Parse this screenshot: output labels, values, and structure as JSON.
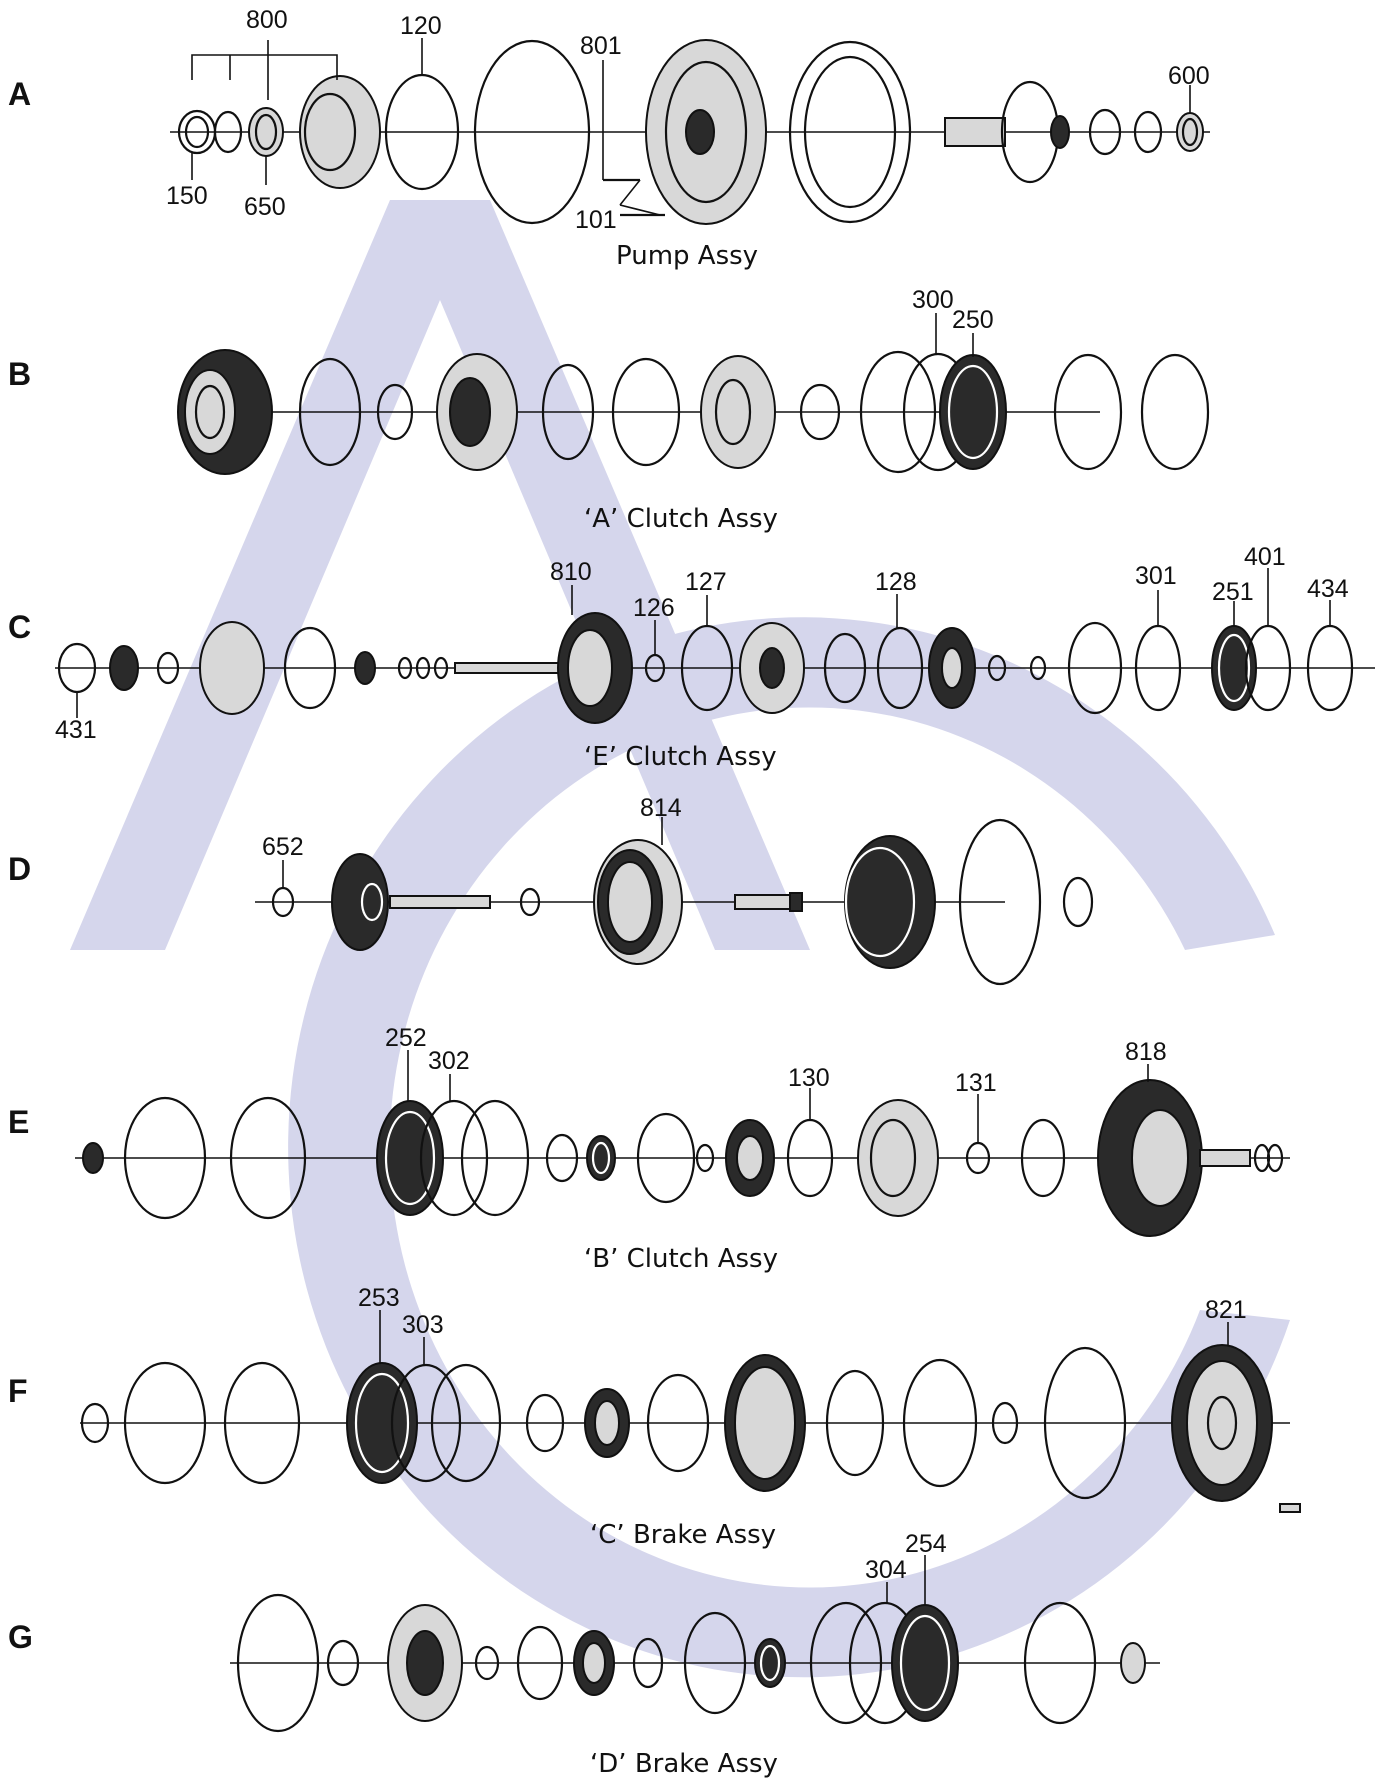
{
  "watermark": {
    "letters": "AC",
    "color": "#d5d6ec"
  },
  "rows": [
    {
      "letter": "A",
      "caption": "Pump Assy",
      "callouts": [
        "800",
        "120",
        "801",
        "600",
        "150",
        "650",
        "101"
      ]
    },
    {
      "letter": "B",
      "caption": "‘A’ Clutch Assy",
      "callouts": [
        "300",
        "250"
      ]
    },
    {
      "letter": "C",
      "caption": "‘E’ Clutch Assy",
      "callouts": [
        "810",
        "126",
        "127",
        "128",
        "301",
        "401",
        "251",
        "434",
        "431"
      ]
    },
    {
      "letter": "D",
      "caption": "",
      "callouts": [
        "814",
        "652"
      ]
    },
    {
      "letter": "E",
      "caption": "‘B’ Clutch Assy",
      "callouts": [
        "252",
        "302",
        "130",
        "131",
        "818"
      ]
    },
    {
      "letter": "F",
      "caption": "‘C’ Brake Assy",
      "callouts": [
        "253",
        "303",
        "821"
      ]
    },
    {
      "letter": "G",
      "caption": "‘D’ Brake Assy",
      "callouts": [
        "254",
        "304"
      ]
    }
  ]
}
